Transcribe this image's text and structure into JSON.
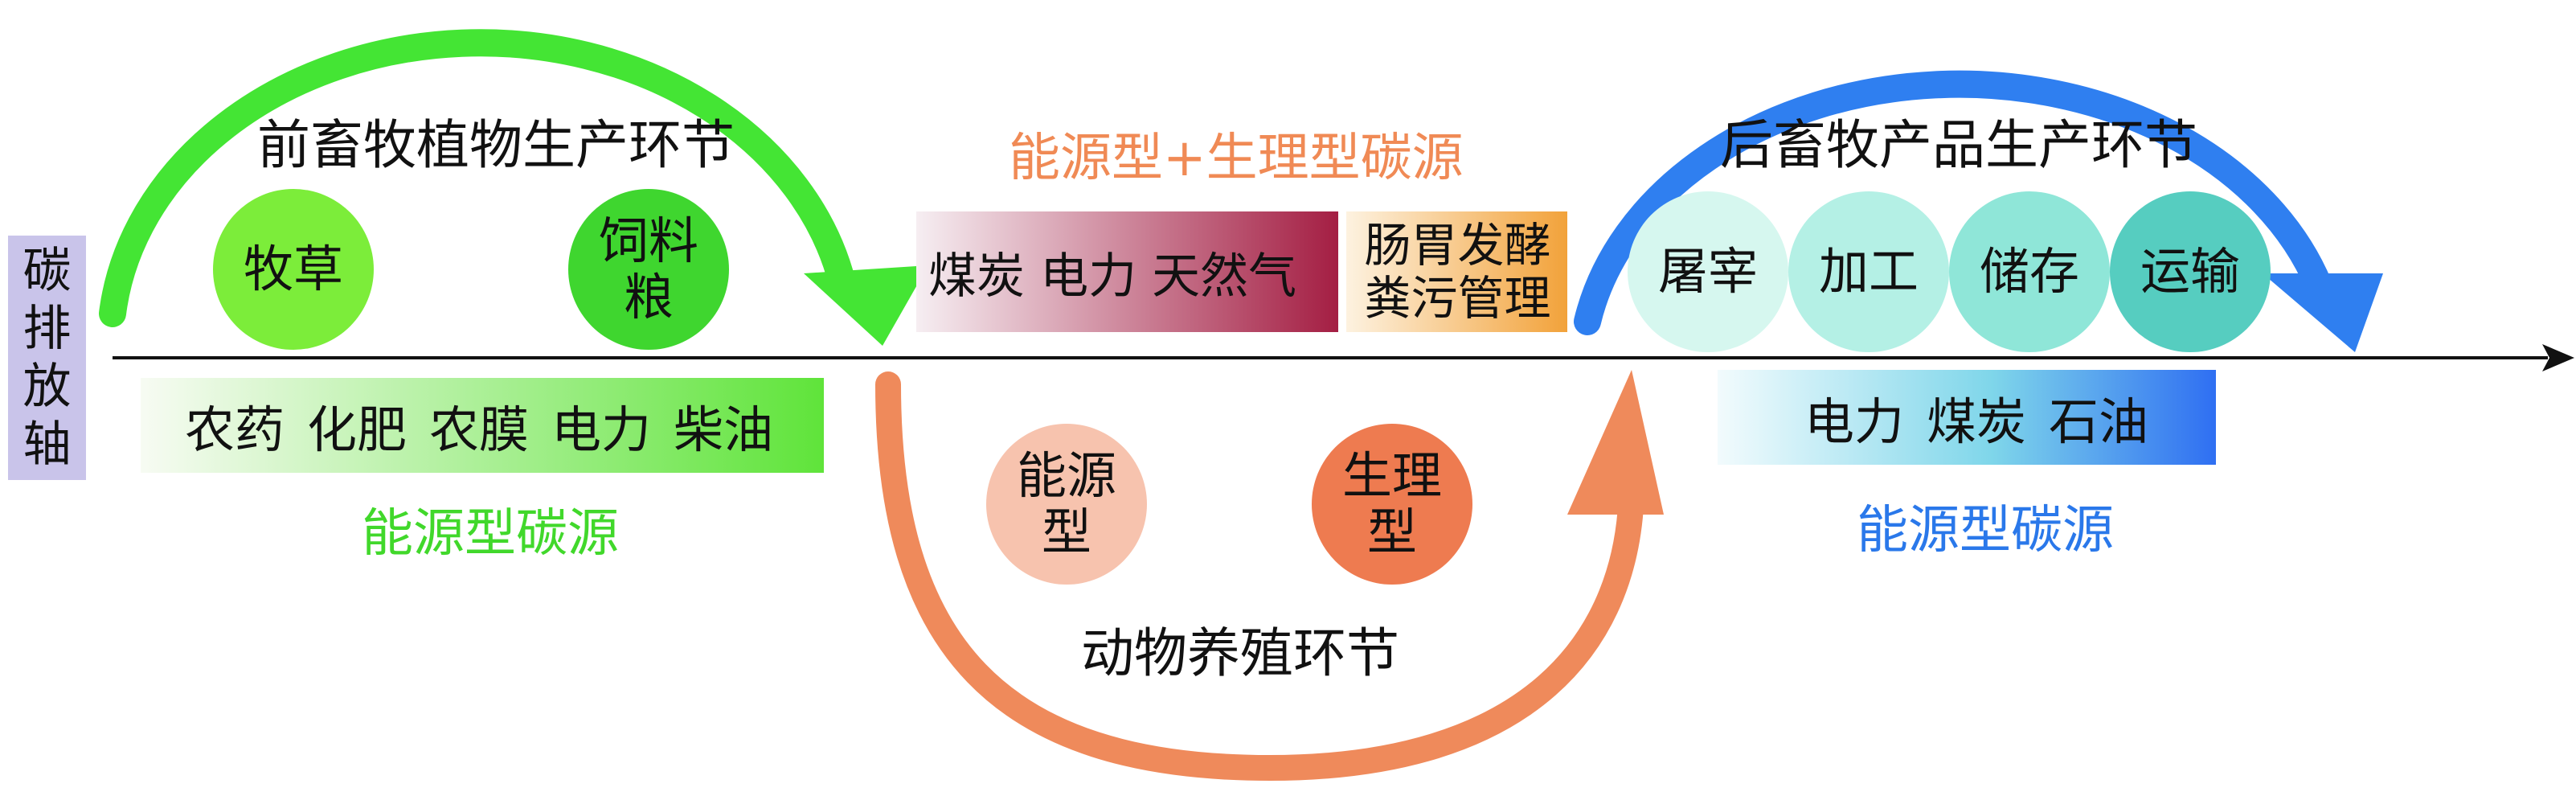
{
  "axis": {
    "label_chars": [
      "碳",
      "排",
      "放",
      "轴"
    ]
  },
  "stages": {
    "pre": {
      "title": "前畜牧植物生产环节",
      "circle1": "牧草",
      "circle2_lines": [
        "饲料",
        "粮"
      ],
      "band_items": [
        "农药",
        "化肥",
        "农膜",
        "电力",
        "柴油"
      ],
      "source_label": "能源型碳源"
    },
    "breeding": {
      "source_label": "能源型+生理型碳源",
      "energy_band": "煤炭 电力 天然气",
      "bio_band_lines": [
        "肠胃发酵",
        "粪污管理"
      ],
      "circle1_lines": [
        "能源",
        "型"
      ],
      "circle2_lines": [
        "生理",
        "型"
      ],
      "title": "动物养殖环节"
    },
    "post": {
      "title": "后畜牧产品生产环节",
      "circles": [
        "屠宰",
        "加工",
        "储存",
        "运输"
      ],
      "band_items": [
        "电力",
        "煤炭",
        "石油"
      ],
      "source_label": "能源型碳源"
    }
  },
  "colors": {
    "green_arc": "#44e534",
    "orange_arc": "#ef8a5b",
    "blue_arc": "#2f7ff0",
    "green_text": "#41d82b",
    "orange_text": "#f08a55",
    "blue_text": "#2a78ea",
    "axis_label_bg": "#c9c4ea"
  }
}
